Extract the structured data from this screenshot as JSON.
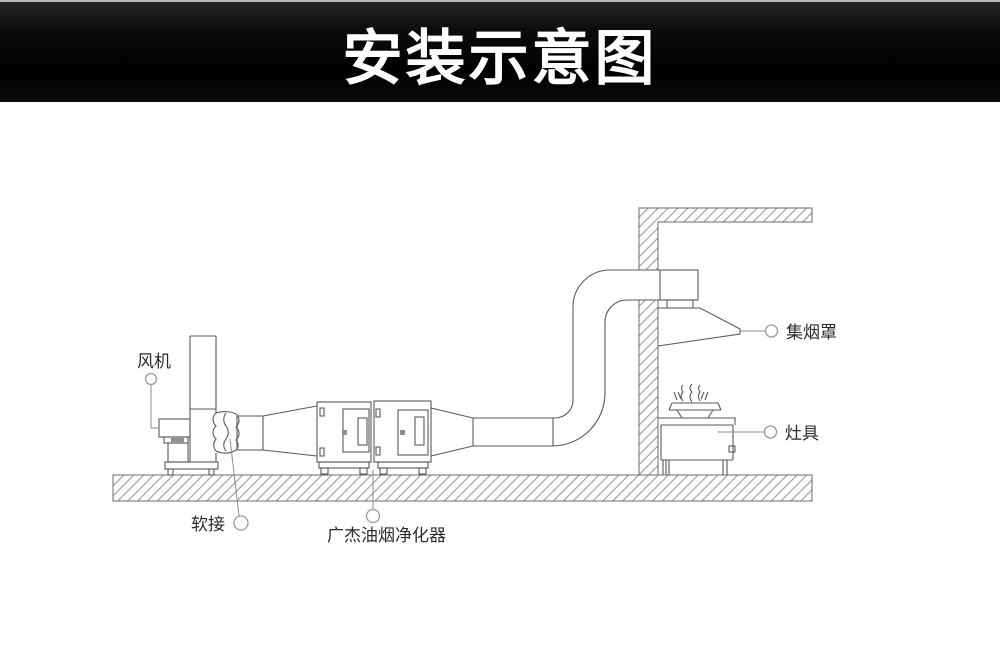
{
  "banner": {
    "title": "安装示意图",
    "background": "#050505",
    "title_color": "#ffffff"
  },
  "diagram": {
    "line_color": "#5a5a5a",
    "hatch_color": "#9b9b9b",
    "label_color": "#2b2b2b",
    "labels": {
      "fan": "风机",
      "flex_joint": "软接",
      "purifier": "广杰油烟净化器",
      "hood": "集烟罩",
      "stove": "灶具"
    }
  }
}
